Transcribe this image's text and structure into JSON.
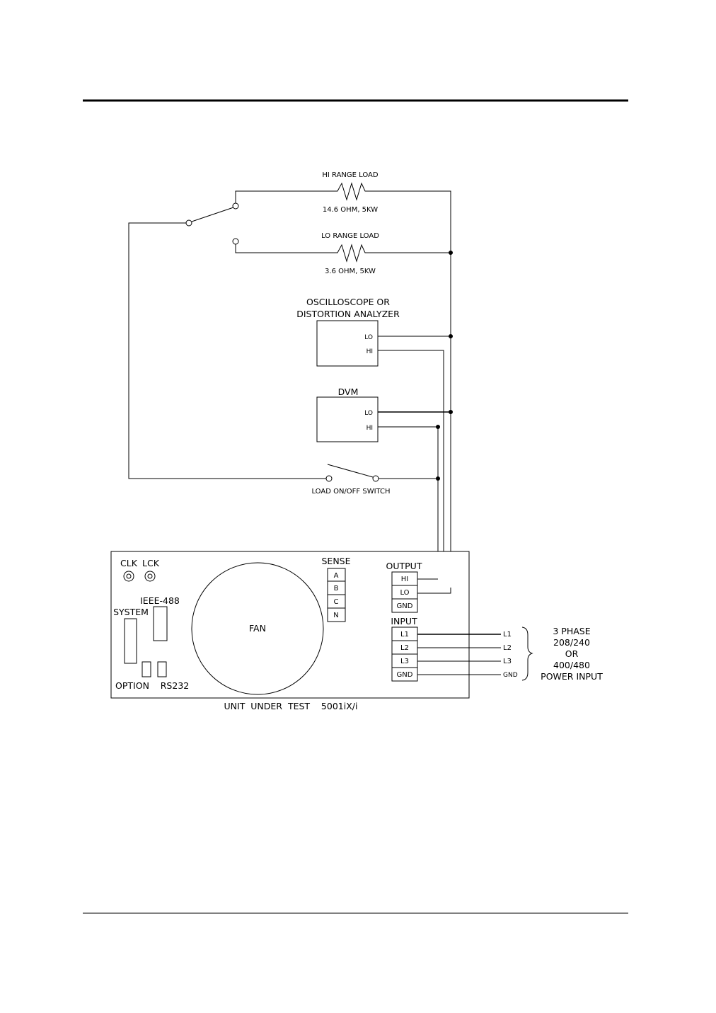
{
  "diagram": {
    "hi_load": {
      "title": "HI RANGE LOAD",
      "rating": "14.6 OHM, 5KW"
    },
    "lo_load": {
      "title": "LO RANGE LOAD",
      "rating": "3.6 OHM, 5KW"
    },
    "scope": {
      "title_line1": "OSCILLOSCOPE OR",
      "title_line2": "DISTORTION ANALYZER",
      "lo": "LO",
      "hi": "HI"
    },
    "dvm": {
      "title": "DVM",
      "lo": "LO",
      "hi": "HI"
    },
    "switch_label": "LOAD ON/OFF SWITCH",
    "uut": {
      "caption": "UNIT  UNDER  TEST    5001iX/i",
      "clk": "CLK",
      "lck": "LCK",
      "ieee": "IEEE-488",
      "system": "SYSTEM",
      "option": "OPTION",
      "rs232": "RS232",
      "fan": "FAN",
      "sense_title": "SENSE",
      "sense": [
        "A",
        "B",
        "C",
        "N"
      ],
      "output_title": "OUTPUT",
      "output": [
        "HI",
        "LO",
        "GND"
      ],
      "input_title": "INPUT",
      "input": [
        "L1",
        "L2",
        "L3",
        "GND"
      ]
    },
    "lines": [
      "L1",
      "L2",
      "L3",
      "GND"
    ],
    "power": [
      "3  PHASE",
      "208/240",
      "OR",
      "400/480",
      "POWER INPUT"
    ]
  }
}
